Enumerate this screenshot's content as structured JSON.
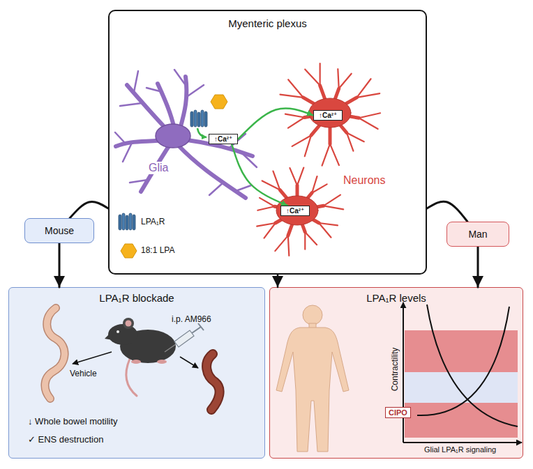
{
  "diagram": {
    "nodes": [
      {
        "text": [
          "Myenteric plexus"
        ]
      },
      {
        "text": [
          "↑Ca²⁺"
        ],
        "in": 0
      },
      {
        "text": [
          "↑Ca²⁺"
        ],
        "in": 0
      },
      {
        "text": [
          "↑Ca²⁺"
        ],
        "in": 0
      },
      {
        "text": [
          "Mouse"
        ]
      },
      {
        "text": [
          "Man"
        ]
      },
      {
        "text": [
          "LPA₁R blockade"
        ]
      },
      {
        "text": [
          "LPA₁R levels"
        ]
      },
      {
        "text": [
          "CIPO"
        ],
        "in": 7
      }
    ],
    "edges": [
      {
        "from": 0,
        "to": 4,
        "arrow": "none"
      },
      {
        "from": 4,
        "to": 6,
        "arrow": "to"
      },
      {
        "from": 0,
        "to": 5,
        "arrow": "none"
      },
      {
        "from": 5,
        "to": 7,
        "arrow": "to"
      },
      {
        "from": 0,
        "to": 7,
        "arrow": "to"
      },
      {
        "from": 1,
        "to": 2,
        "arrow": "to"
      },
      {
        "from": 1,
        "to": 3,
        "arrow": "to"
      }
    ],
    "labels": [
      "Glia",
      "Neurons",
      "Vehicle",
      "i.p. AM966",
      "↓ Whole bowel motility",
      "✓ ENS destruction",
      "Contractility",
      "Glial LPA₁R signaling"
    ],
    "legend": [
      {
        "text": "LPA₁R"
      },
      {
        "text": "18:1 LPA",
        "color": "#f6b21c"
      }
    ]
  }
}
